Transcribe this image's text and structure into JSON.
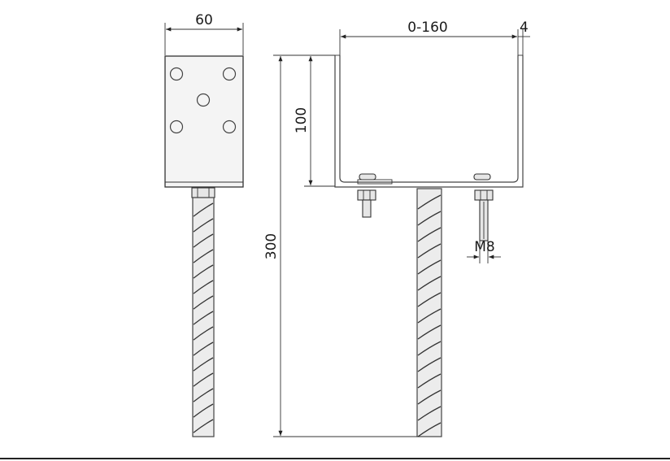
{
  "dimensions": {
    "front_width": "60",
    "side_inner_width": "0-160",
    "side_wall_thickness": "4",
    "cup_height": "100",
    "total_height": "300",
    "bolt_size": "M8"
  },
  "colors": {
    "line": "#333333",
    "fill": "#f4f4f4",
    "bottom_rule": "#222222"
  }
}
